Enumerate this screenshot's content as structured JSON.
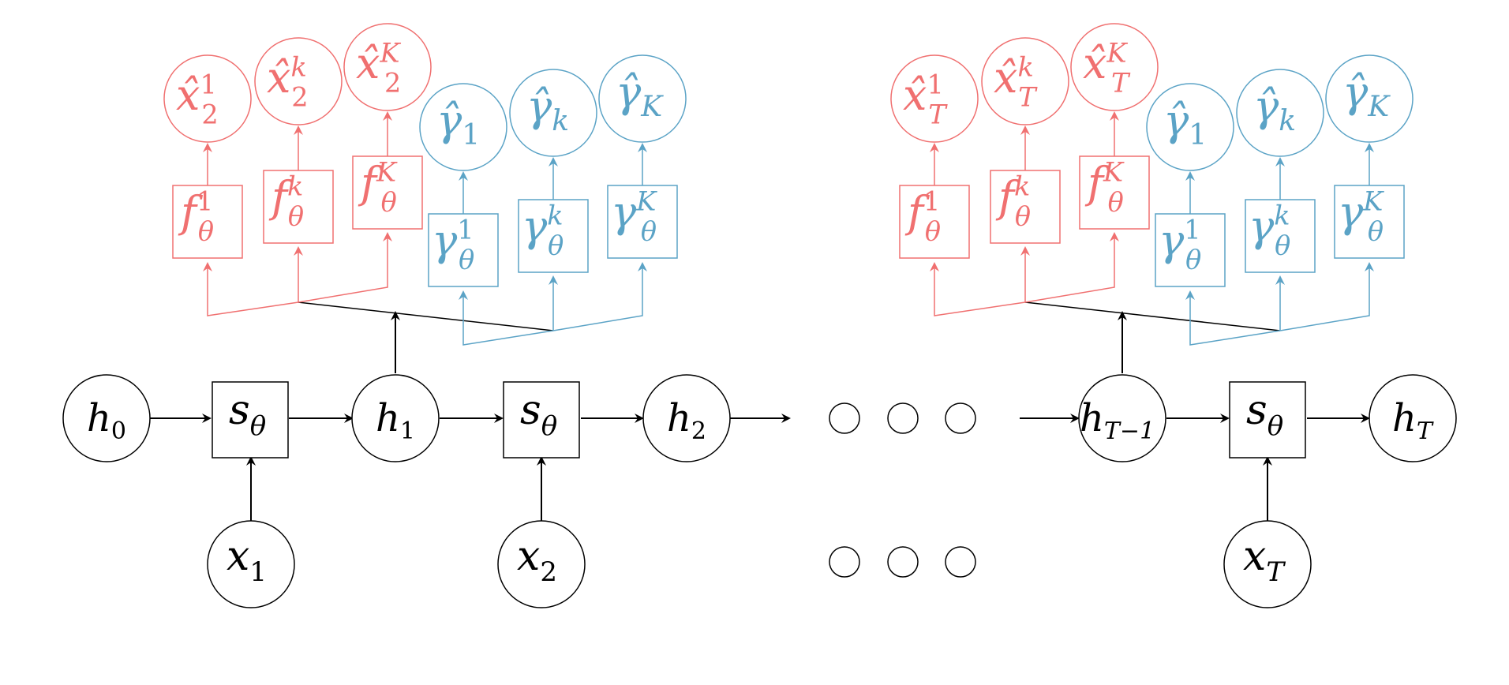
{
  "colors": {
    "main": "#000000",
    "head": "#F07070",
    "gamma": "#5BA3C6"
  },
  "chain": {
    "h0": {
      "base": "h",
      "sub": "0"
    },
    "h1": {
      "base": "h",
      "sub": "1"
    },
    "h2": {
      "base": "h",
      "sub": "2"
    },
    "hT1": {
      "base": "h",
      "sub": "T−1"
    },
    "hT": {
      "base": "h",
      "sub": "T"
    },
    "s": {
      "base": "s",
      "sub": "θ"
    },
    "x1": {
      "base": "x",
      "sub": "1"
    },
    "x2": {
      "base": "x",
      "sub": "2"
    },
    "xT": {
      "base": "x",
      "sub": "T"
    }
  },
  "heads": {
    "f": {
      "base": "f",
      "sub": "θ",
      "sups": [
        "1",
        "k",
        "K"
      ]
    },
    "g": {
      "base": "γ",
      "sub": "θ",
      "sups": [
        "1",
        "k",
        "K"
      ]
    },
    "xhat": {
      "base": "x̂",
      "sups": [
        "1",
        "k",
        "K"
      ],
      "subs": [
        "2",
        "T"
      ]
    },
    "ghat": {
      "base": "γ̂",
      "subs": [
        "1",
        "k",
        "K"
      ]
    }
  }
}
